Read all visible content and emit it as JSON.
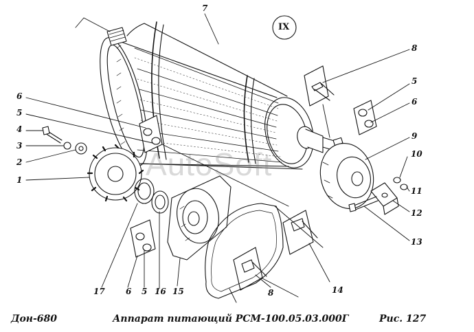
{
  "footer": {
    "left": "Дон-680",
    "title": "Аппарат питающий   РСМ-100.05.03.000Г",
    "fig": "Рис.  127"
  },
  "section_mark": "IX",
  "watermark": "AutoSoft",
  "part_labels": [
    "1",
    "2",
    "3",
    "4",
    "5",
    "6",
    "7",
    "8",
    "9",
    "10",
    "11",
    "12",
    "13",
    "14",
    "15",
    "16",
    "17"
  ],
  "callouts": {
    "c7": "7",
    "c8a": "8",
    "c5a": "5",
    "c6a": "6",
    "c9": "9",
    "c10": "10",
    "c11": "11",
    "c12": "12",
    "c13": "13",
    "c14": "14",
    "c8b": "8",
    "c15": "15",
    "c16": "16",
    "c5b": "5",
    "c6b": "6",
    "c17": "17",
    "c6c": "6",
    "c5c": "5",
    "c4": "4",
    "c3": "3",
    "c2": "2",
    "c1": "1"
  },
  "colors": {
    "ink": "#111111",
    "paper": "#ffffff",
    "watermark": "#b5b5b5"
  }
}
